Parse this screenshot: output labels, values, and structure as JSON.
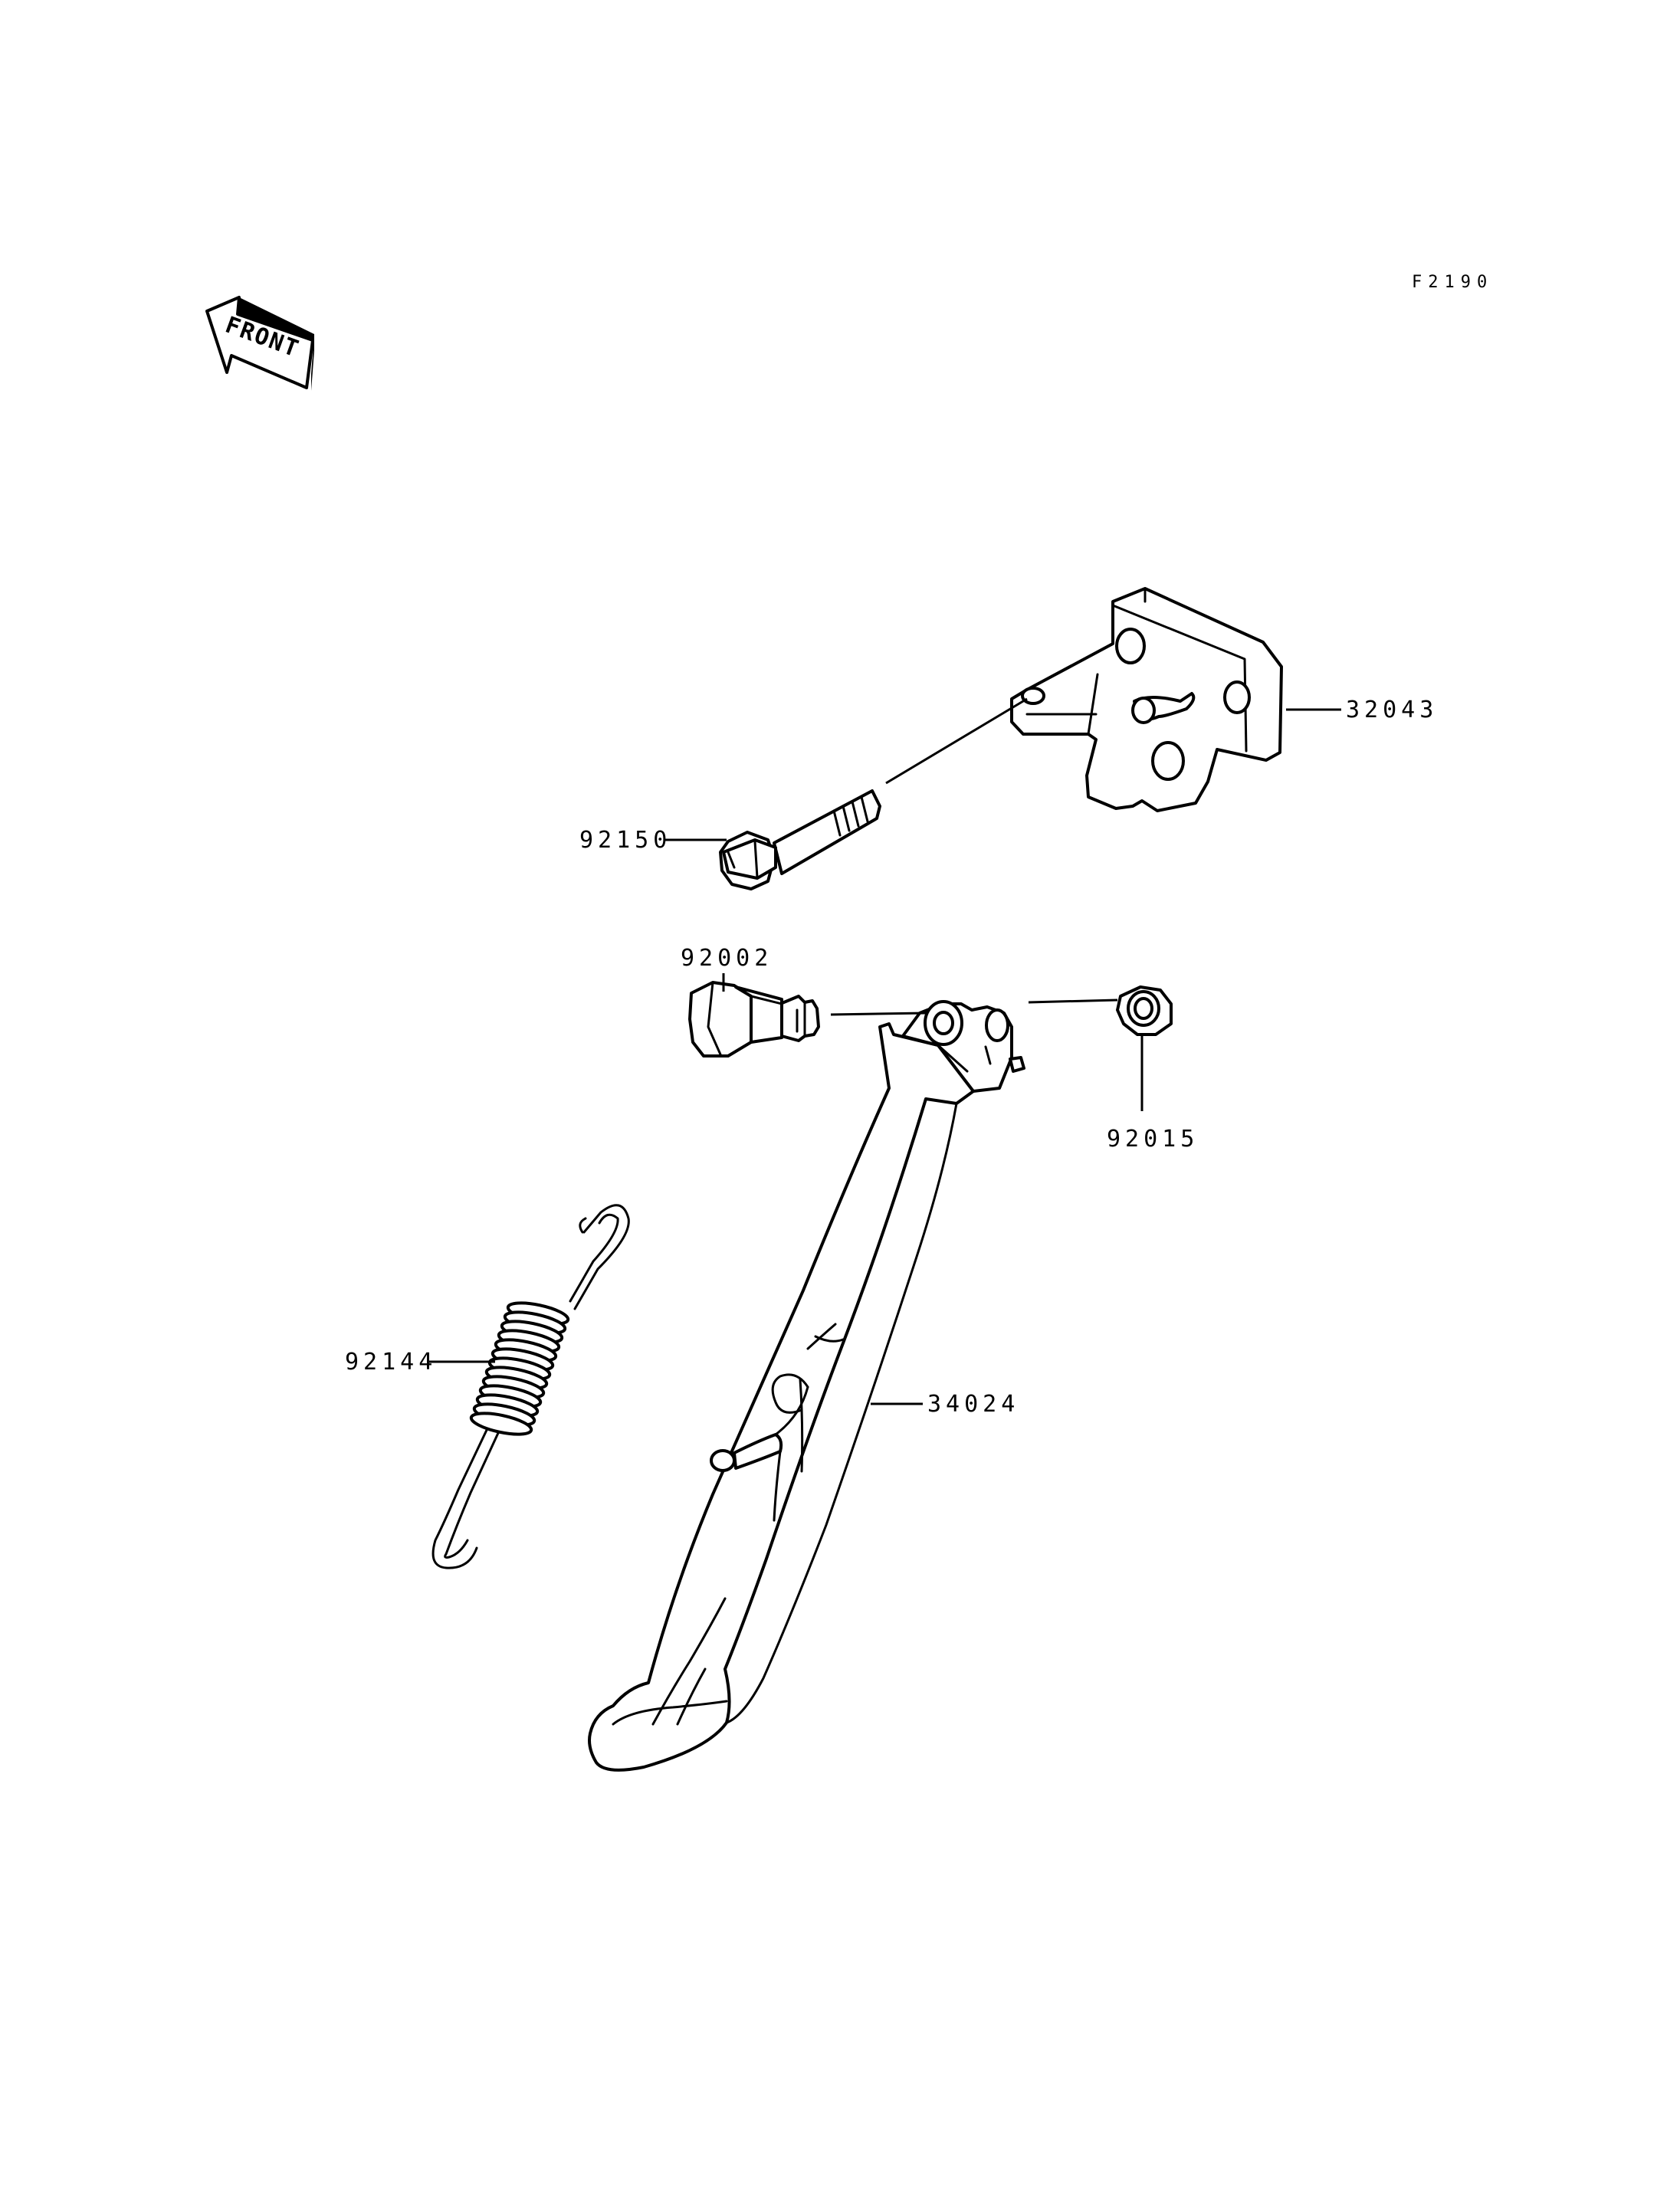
{
  "diagram": {
    "figure_code": "F2190",
    "front_label": "FRONT",
    "parts": [
      {
        "id": "bracket",
        "number": "32043"
      },
      {
        "id": "bracket-bolt",
        "number": "92150"
      },
      {
        "id": "pivot-bolt",
        "number": "92002"
      },
      {
        "id": "nut",
        "number": "92015"
      },
      {
        "id": "spring",
        "number": "92144"
      },
      {
        "id": "side-stand",
        "number": "34024"
      }
    ]
  }
}
